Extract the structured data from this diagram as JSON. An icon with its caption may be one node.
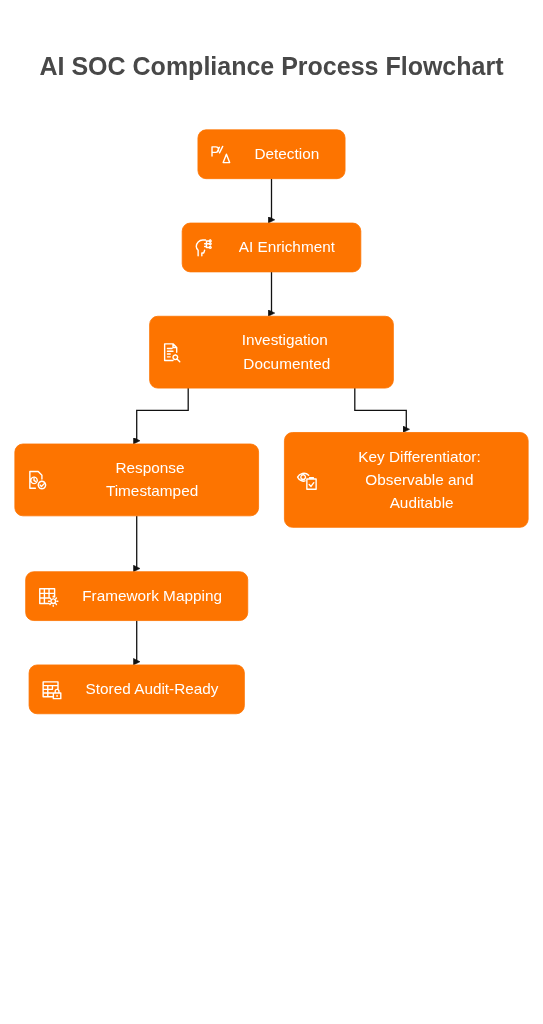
{
  "diagram": {
    "title": "AI SOC Compliance Process Flowchart",
    "nodes": [
      {
        "text": [
          "Detection"
        ]
      },
      {
        "text": [
          "AI Enrichment"
        ]
      },
      {
        "text": [
          "Investigation Documented"
        ]
      },
      {
        "text": [
          "Response Timestamped"
        ]
      },
      {
        "text": [
          "Key Differentiator: Observable and Auditable"
        ]
      },
      {
        "text": [
          "Framework Mapping"
        ]
      },
      {
        "text": [
          "Stored Audit-Ready"
        ]
      }
    ],
    "edges": [
      {
        "from": 0,
        "to": 1,
        "arrow": "to"
      },
      {
        "from": 1,
        "to": 2,
        "arrow": "to"
      },
      {
        "from": 2,
        "to": 3,
        "arrow": "to"
      },
      {
        "from": 2,
        "to": 4,
        "arrow": "to"
      },
      {
        "from": 3,
        "to": 5,
        "arrow": "to"
      },
      {
        "from": 5,
        "to": 6,
        "arrow": "to"
      }
    ]
  }
}
